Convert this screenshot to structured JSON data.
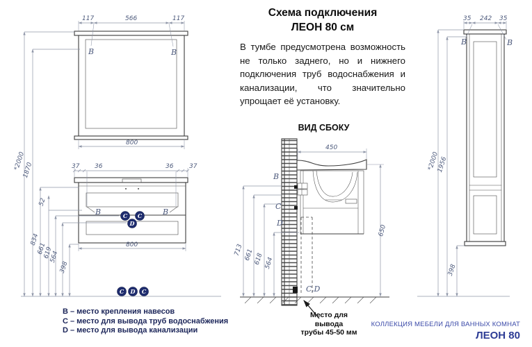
{
  "header": {
    "title_line1": "Схема подключения",
    "title_line2": "ЛЕОН 80 см",
    "description": "В тумбе предусмотрена возможность не только заднего, но и нижнего подключения труб водоснабжения и канализации, что значительно упрощает её установку."
  },
  "front_view": {
    "mirror_dims": [
      "117",
      "566",
      "117",
      "800"
    ],
    "vanity_dims": [
      "37",
      "36",
      "36",
      "37",
      "800"
    ],
    "height_dims": [
      "*2000",
      "1870",
      "834",
      "52",
      "661",
      "619",
      "564",
      "398"
    ],
    "markers": {
      "b": "B",
      "c": "C",
      "d": "D"
    }
  },
  "side_view": {
    "heading": "ВИД СБОКУ",
    "depth_dim": "450",
    "height_dim": "650",
    "height_dims": [
      "713",
      "661",
      "618",
      "564"
    ],
    "markers": {
      "b": "B",
      "c": "C",
      "d": "D",
      "cd": "C,D"
    },
    "note_lines": [
      "Место для",
      "вывода",
      "трубы 45-50 мм"
    ]
  },
  "tall_cabinet": {
    "top_dims": [
      "35",
      "242",
      "35"
    ],
    "height_dims": [
      "*2000",
      "1956",
      "398"
    ],
    "markers": {
      "b": "B"
    }
  },
  "legend": {
    "items": [
      "B – место крепления навесов",
      "C – место для вывода труб водоснабжения",
      "D – место для вывода канализации"
    ]
  },
  "footer": {
    "collection": "КОЛЛЕКЦИЯ МЕБЕЛИ ДЛЯ ВАННЫХ КОМНАТ",
    "product": "ЛЕОН 80"
  },
  "colors": {
    "marker_circle_navy": "#1e2c6e",
    "legend_navy": "#1b2559",
    "footer_blue": "#2d3c95",
    "dim_text": "#4d5a7c"
  }
}
